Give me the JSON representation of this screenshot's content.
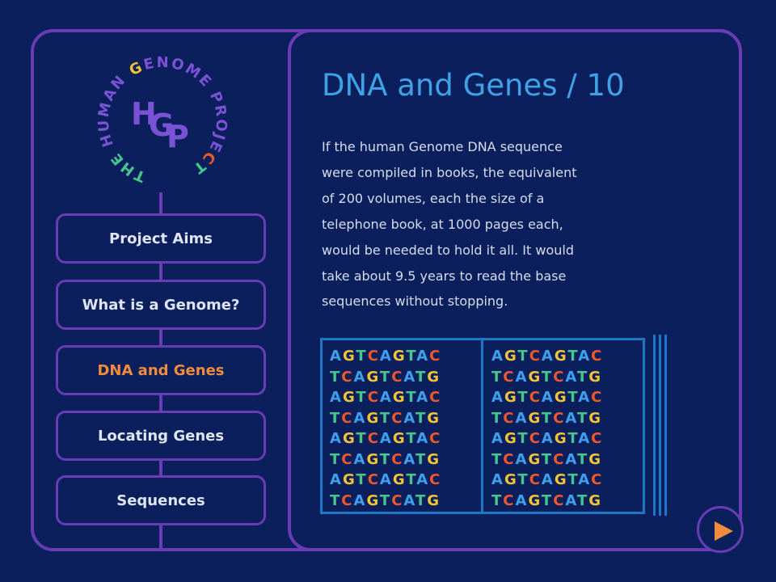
{
  "logo": {
    "ring_text": "THE HUMAN GENOME PROJECT",
    "monogram": "HGP"
  },
  "nav": {
    "items": [
      {
        "label": "Project Aims"
      },
      {
        "label": "What is a Genome?"
      },
      {
        "label": "DNA and Genes",
        "active": true
      },
      {
        "label": "Locating Genes"
      },
      {
        "label": "Sequences"
      }
    ]
  },
  "main": {
    "title": "DNA and Genes / 10",
    "body_lines": [
      "If the human Genome  DNA sequence",
      "were compiled in books, the equivalent",
      "of 200 volumes, each the size of a",
      "telephone  book, at 1000 pages each,",
      "would be needed to hold it all.  It would",
      "take about 9.5 years to read the base",
      "sequences  without stopping."
    ]
  },
  "dna_book": {
    "rows": [
      "AGTCAGTAC",
      "TCAGTCATG",
      "AGTCAGTAC",
      "TCAGTCATG",
      "AGTCAGTAC",
      "TCAGTCATG",
      "AGTCAGTAC",
      "TCAGTCATG"
    ],
    "base_colors": {
      "A": "#3ea0ec",
      "G": "#f2c335",
      "T": "#46c68c",
      "C": "#f0582c"
    }
  },
  "controls": {
    "next_icon": "play-triangle-icon",
    "accent": "#f08c3c"
  }
}
